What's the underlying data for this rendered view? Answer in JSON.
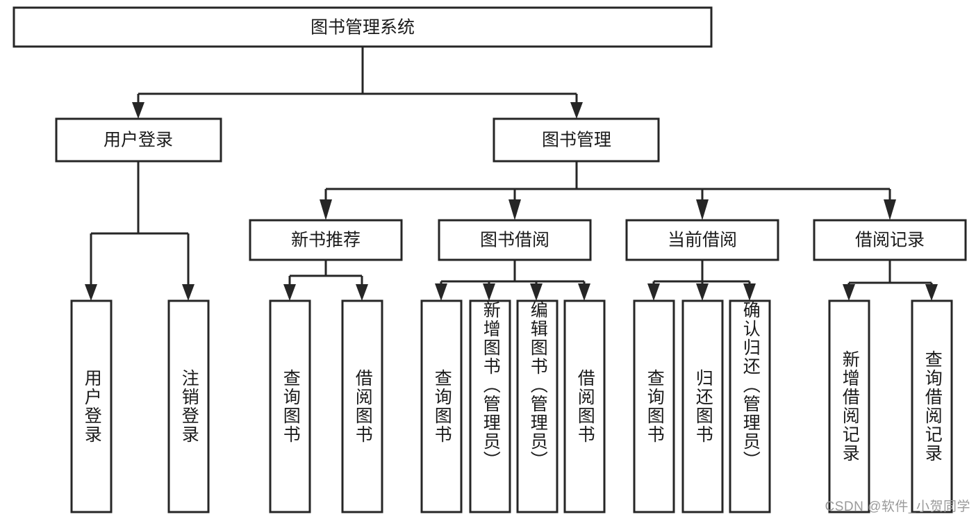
{
  "diagram": {
    "title": "图书管理系统",
    "type": "hierarchy-tree",
    "watermark": "CSDN @软件_小贺同学",
    "colors": {
      "box_stroke": "#262626",
      "box_fill": "#ffffff",
      "text": "#1a1a1a",
      "connector": "#262626",
      "watermark": "#9a9a9a",
      "background": "#ffffff"
    },
    "levels": {
      "root": {
        "label": "图书管理系统"
      },
      "level2": [
        {
          "label": "用户登录"
        },
        {
          "label": "图书管理"
        }
      ],
      "level3": [
        {
          "label": "新书推荐"
        },
        {
          "label": "图书借阅"
        },
        {
          "label": "当前借阅"
        },
        {
          "label": "借阅记录"
        }
      ],
      "leaves": [
        {
          "label": "用户登录",
          "parent": "用户登录"
        },
        {
          "label": "注销登录",
          "parent": "用户登录"
        },
        {
          "label": "查询图书",
          "parent": "新书推荐"
        },
        {
          "label": "借阅图书",
          "parent": "新书推荐"
        },
        {
          "label": "查询图书",
          "parent": "图书借阅"
        },
        {
          "label": "新增图书（管理员）",
          "parent": "图书借阅"
        },
        {
          "label": "编辑图书（管理员）",
          "parent": "图书借阅"
        },
        {
          "label": "借阅图书",
          "parent": "图书借阅"
        },
        {
          "label": "查询图书",
          "parent": "当前借阅"
        },
        {
          "label": "归还图书",
          "parent": "当前借阅"
        },
        {
          "label": "确认归还（管理员）",
          "parent": "当前借阅"
        },
        {
          "label": "新增借阅记录",
          "parent": "借阅记录"
        },
        {
          "label": "查询借阅记录",
          "parent": "借阅记录"
        }
      ]
    }
  }
}
